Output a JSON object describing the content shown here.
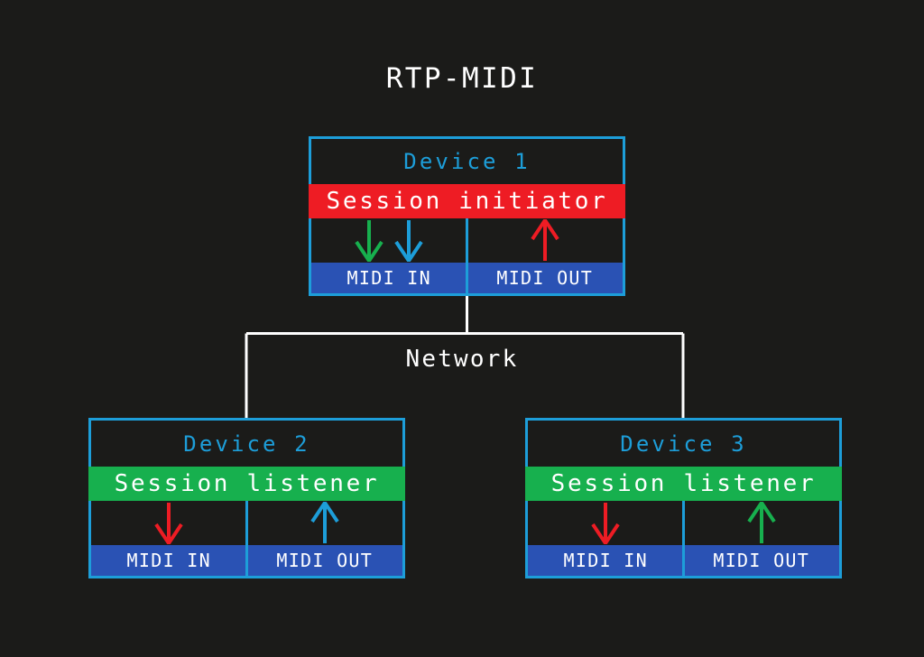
{
  "title": "RTP-MIDI",
  "network_label": "Network",
  "colors": {
    "background": "#1b1b19",
    "cyan": "#1d9ed9",
    "red": "#ee1c24",
    "green": "#17b04e",
    "midi_blue": "#2a52b4",
    "line_white": "#ffffff"
  },
  "devices": [
    {
      "name": "Device 1",
      "role": "Session initiator",
      "role_color": "#ee1c24",
      "left_arrows": [
        {
          "dir": "down",
          "color": "#17b04e"
        },
        {
          "dir": "down",
          "color": "#1d9ed9"
        }
      ],
      "right_arrows": [
        {
          "dir": "up",
          "color": "#ee1c24"
        }
      ],
      "midi_in": "MIDI IN",
      "midi_out": "MIDI OUT"
    },
    {
      "name": "Device 2",
      "role": "Session listener",
      "role_color": "#17b04e",
      "left_arrows": [
        {
          "dir": "down",
          "color": "#ee1c24"
        }
      ],
      "right_arrows": [
        {
          "dir": "up",
          "color": "#1d9ed9"
        }
      ],
      "midi_in": "MIDI IN",
      "midi_out": "MIDI OUT"
    },
    {
      "name": "Device 3",
      "role": "Session listener",
      "role_color": "#17b04e",
      "left_arrows": [
        {
          "dir": "down",
          "color": "#ee1c24"
        }
      ],
      "right_arrows": [
        {
          "dir": "up",
          "color": "#17b04e"
        }
      ],
      "midi_in": "MIDI IN",
      "midi_out": "MIDI OUT"
    }
  ]
}
